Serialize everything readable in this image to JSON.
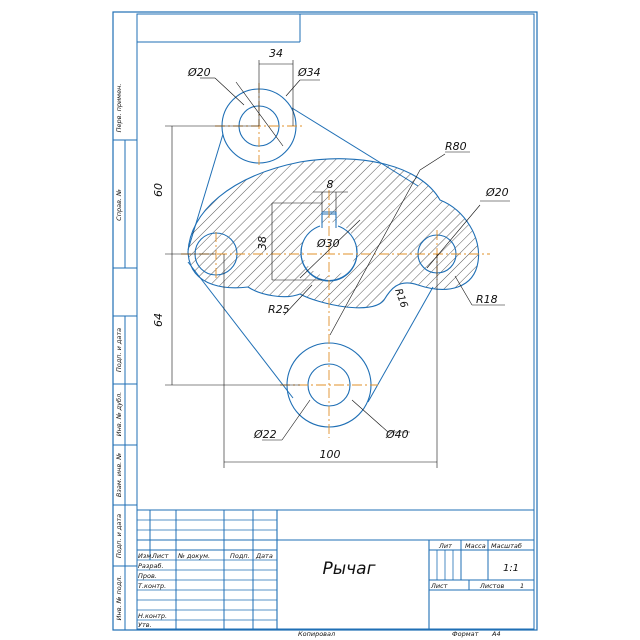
{
  "drawing": {
    "part_title": "Рычаг",
    "dimensions": {
      "d_top_outer": "Ø34",
      "d_top_inner": "Ø20",
      "w_top": "34",
      "h_top": "60",
      "h_bottom": "64",
      "slot_w": "8",
      "slot_h": "38",
      "d_center": "Ø30",
      "r_big": "R80",
      "r_left": "R25",
      "r_small": "R16",
      "r_right": "R18",
      "d_right": "Ø20",
      "d_bottom_inner": "Ø22",
      "d_bottom_outer": "Ø40",
      "w_total": "100"
    }
  },
  "side_labels": {
    "first_use": "Перв. примен.",
    "ref_no": "Справ. №",
    "sign_date_1": "Подп. и дата",
    "inv_dup": "Инв. № дубл.",
    "inv_replace": "Взам. инв. №",
    "sign_date_2": "Подп. и дата",
    "inv_orig": "Инв. № подл."
  },
  "title_block": {
    "col_izm": "Изм.",
    "col_list": "Лист",
    "col_doc": "№ докум.",
    "col_sign": "Подп.",
    "col_date": "Дата",
    "row_dev": "Разраб.",
    "row_check": "Пров.",
    "row_tcontrol": "Т.контр.",
    "row_ncontrol": "Н.контр.",
    "row_approve": "Утв.",
    "lit": "Лит",
    "mass": "Масса",
    "scale": "Масштаб",
    "scale_value": "1:1",
    "sheet": "Лист",
    "sheets": "Листов",
    "sheets_value": "1"
  },
  "footer": {
    "copied": "Копировал",
    "format": "Формат",
    "format_value": "А4"
  }
}
